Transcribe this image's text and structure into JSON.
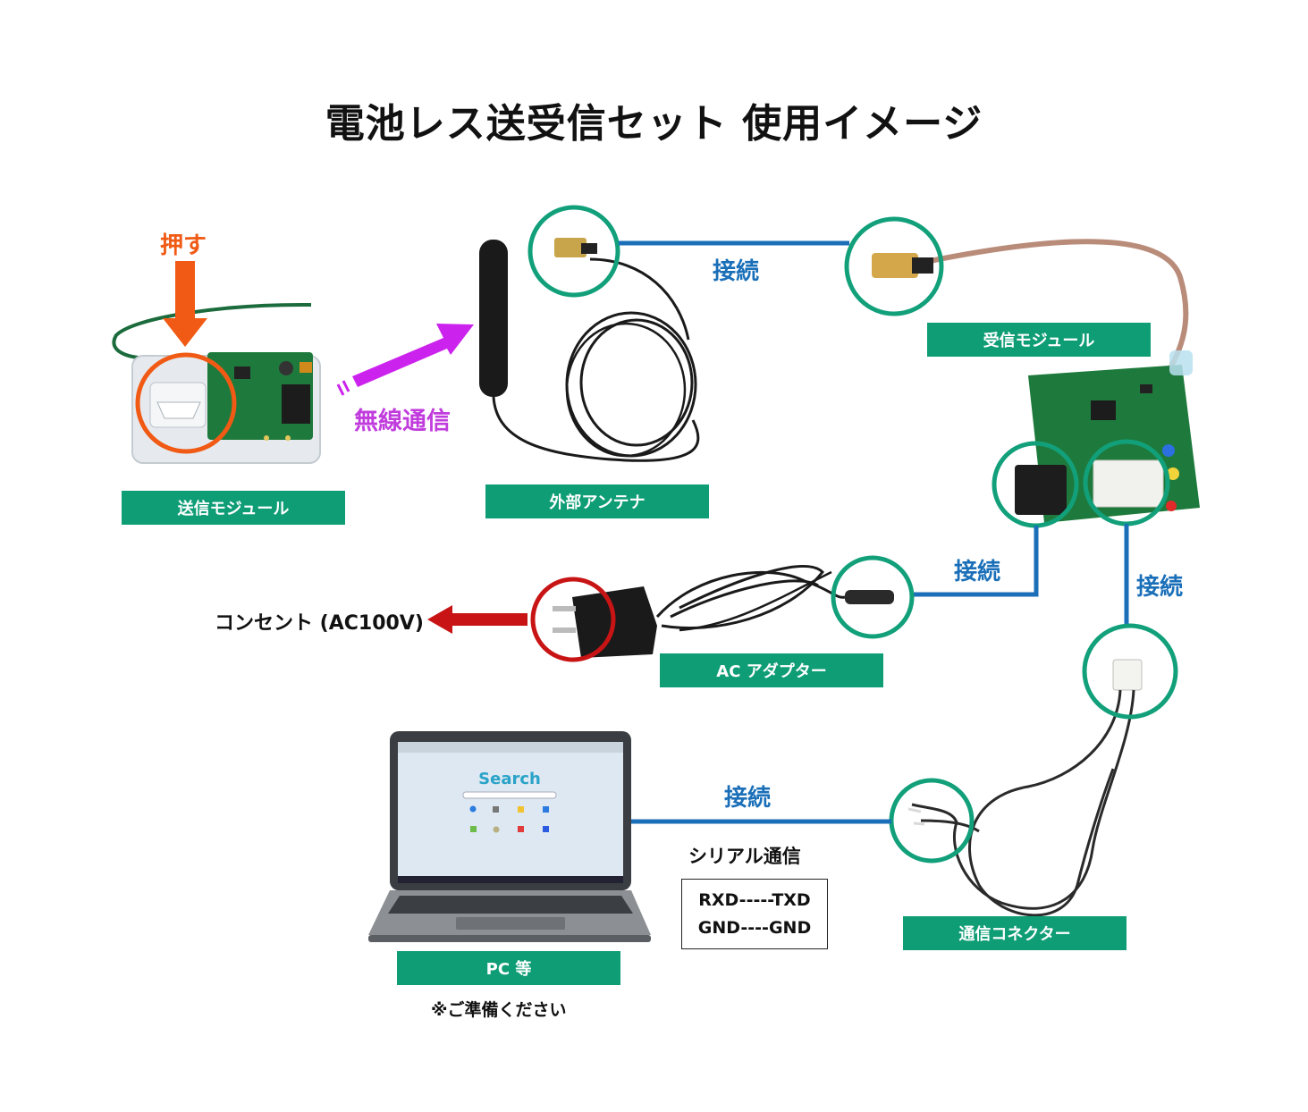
{
  "title": "電池レス送受信セット 使用イメージ",
  "labels": {
    "transmitter": "送信モジュール",
    "antenna": "外部アンテナ",
    "receiver": "受信モジュール",
    "ac_adapter": "AC アダプター",
    "comm_connector": "通信コネクター",
    "pc": "PC 等"
  },
  "annotations": {
    "press": "押す",
    "wireless": "無線通信",
    "connect": "接続",
    "outlet": "コンセント (AC100V)",
    "serial": "シリアル通信",
    "prepare_note": "※ご準備ください"
  },
  "serial_pins": [
    "RXD-----TXD",
    "GND----GND"
  ],
  "screen": {
    "search_word": "Search"
  },
  "colors": {
    "label_bg": "#0f9d76",
    "highlight_circle": "#12a07a",
    "connection_line": "#1a6fb8",
    "press_arrow": "#f05a14",
    "wireless_arrow": "#cc22ee",
    "outlet_arrow": "#c81414"
  }
}
